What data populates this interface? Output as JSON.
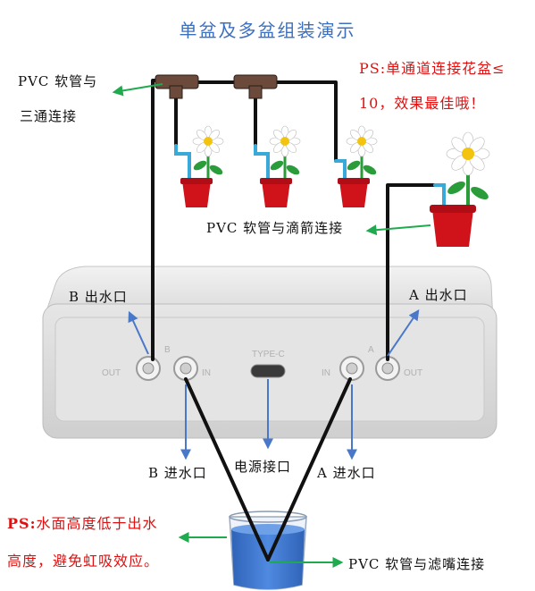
{
  "title": "单盆及多盆组装演示",
  "ps_top_line1": "PS:单通道连接花盆≤",
  "ps_top_line2": "10，效果最佳哦！",
  "pvc_tee_line1": "PVC 软管与",
  "pvc_tee_line2": "三通连接",
  "pvc_drip": "PVC 软管与滴箭连接",
  "outlet_b": "B 出水口",
  "outlet_a": "A 出水口",
  "inlet_b": "B 进水口",
  "inlet_a": "A 进水口",
  "power_port": "电源接口",
  "pvc_filter": "PVC 软管与滤嘴连接",
  "ps_bottom_prefix": "PS:",
  "ps_bottom_line1": "水面高度低于出水",
  "ps_bottom_line2": "高度，避免虹吸效应。",
  "device_text": {
    "port_b": "B",
    "port_a": "A",
    "out_left": "OUT",
    "in_left": "IN",
    "in_right": "IN",
    "out_right": "OUT",
    "typec": "TYPE-C"
  },
  "colors": {
    "title": "#3d6fbf",
    "ps_text": "#e01010",
    "pointer_green": "#1faa4e",
    "pointer_blue": "#4a78c8",
    "tube": "#111111",
    "drip_blue": "#39a9d8",
    "pot": "#d0121b",
    "water": "#3a74c9",
    "device": "#dedede"
  }
}
